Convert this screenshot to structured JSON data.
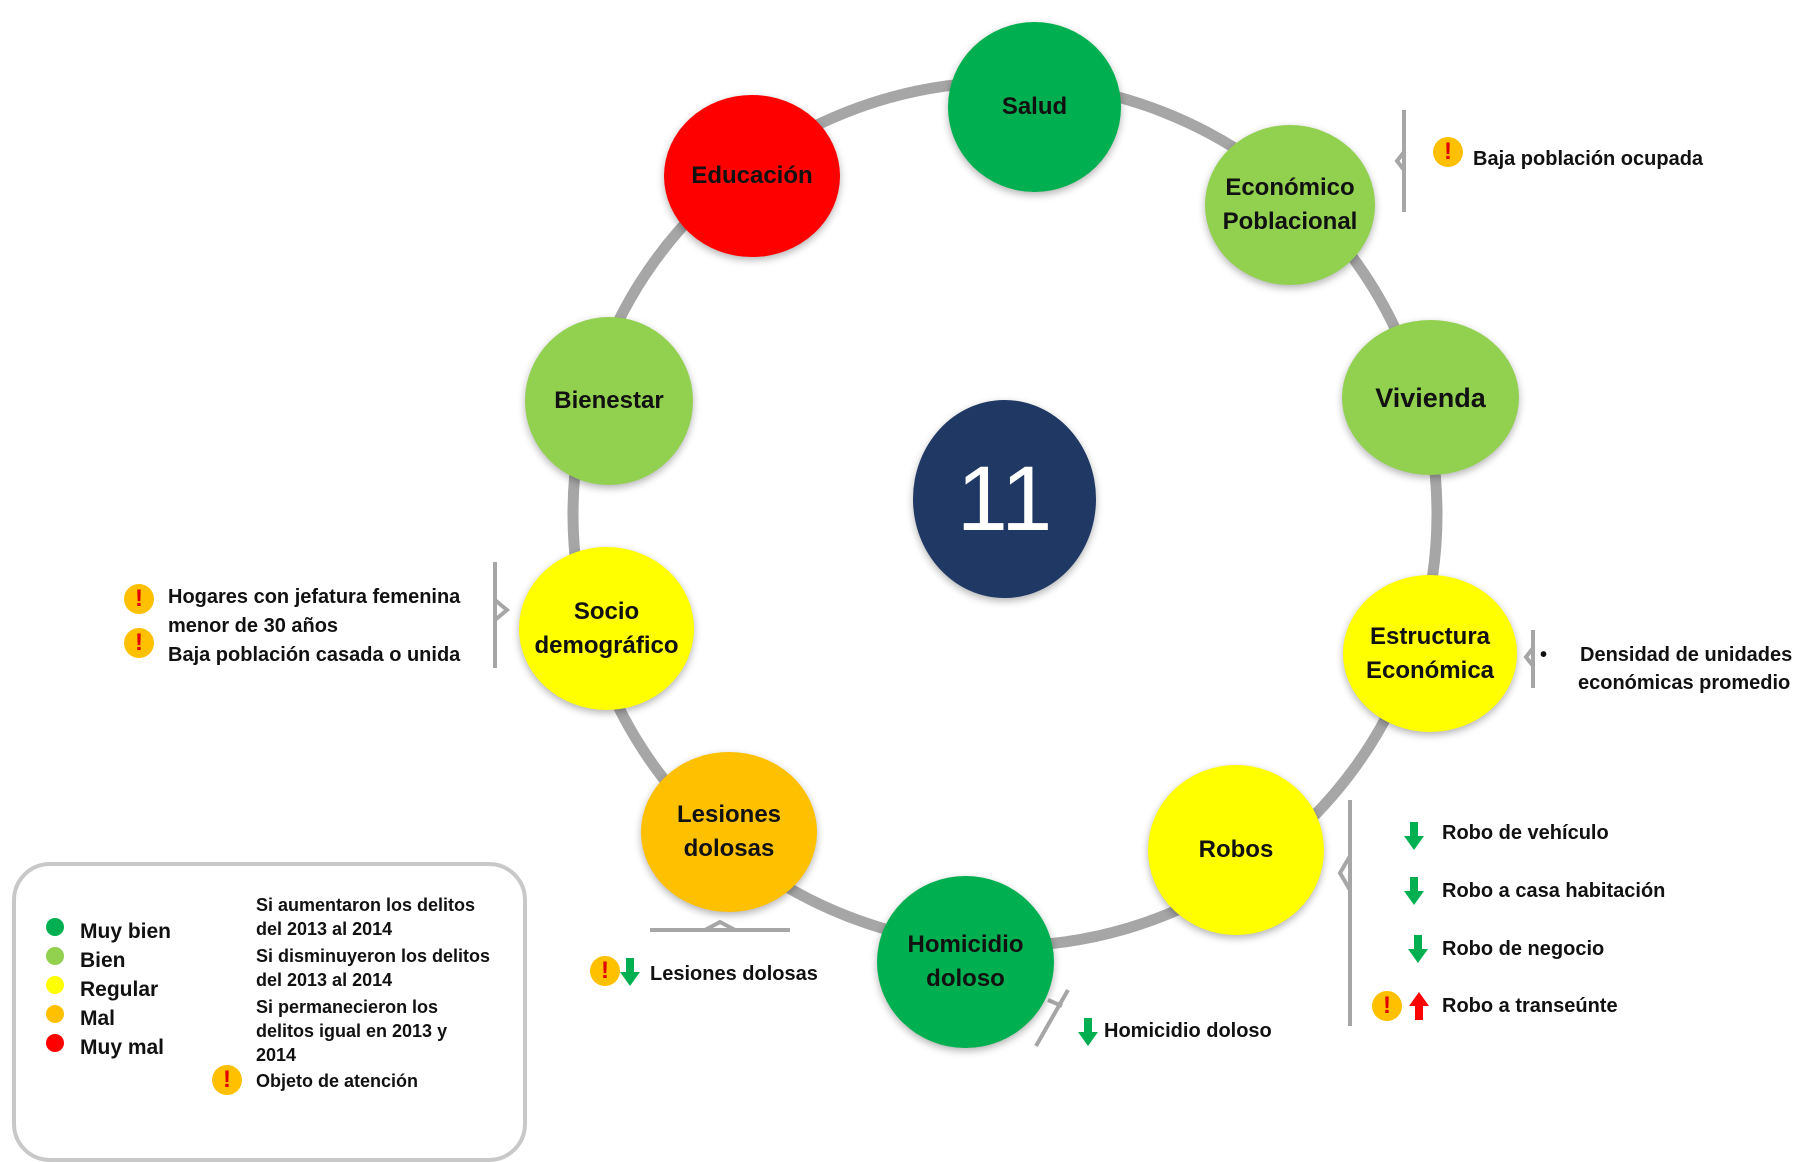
{
  "center_value": "11",
  "colors": {
    "muy_bien": "#00b050",
    "bien": "#92d050",
    "regular": "#ffff00",
    "mal": "#ffc000",
    "muy_mal": "#ff0000",
    "center": "#1f3864",
    "ring": "#a6a6a6",
    "arrow_up": "#ff0000",
    "arrow_down": "#00b050"
  },
  "nodes": {
    "salud": "Salud",
    "economico_l1": "Económico",
    "economico_l2": "Poblacional",
    "vivienda": "Vivienda",
    "estructura_l1": "Estructura",
    "estructura_l2": "Económica",
    "robos": "Robos",
    "homicidio_l1": "Homicidio",
    "homicidio_l2": "doloso",
    "lesiones_l1": "Lesiones",
    "lesiones_l2": "dolosas",
    "socio_l1": "Socio",
    "socio_l2": "demográfico",
    "bienestar": "Bienestar",
    "educacion": "Educación"
  },
  "notes": {
    "economico": "Baja población ocupada",
    "estructura_bullet": "•",
    "estructura_l1": "Densidad de unidades",
    "estructura_l2": "económicas promedio",
    "robos": [
      "Robo de vehículo",
      "Robo a casa habitación",
      "Robo de negocio",
      "Robo a transeúnte"
    ],
    "homicidio": "Homicidio doloso",
    "lesiones": "Lesiones dolosas",
    "socio_l1": "Hogares con jefatura femenina",
    "socio_l2": "menor de 30 años",
    "socio_l3": "Baja población casada o unida"
  },
  "legend": {
    "levels": [
      "Muy bien",
      "Bien",
      "Regular",
      "Mal",
      "Muy mal"
    ],
    "up_l1": "Si aumentaron los delitos",
    "up_l2": "del 2013 al 2014",
    "down_l1": "Si disminuyeron los delitos",
    "down_l2": "del 2013 al 2014",
    "equal_l1": "Si permanecieron los",
    "equal_l2": "delitos igual en 2013 y",
    "equal_l3": "2014",
    "attention": "Objeto de atención"
  },
  "icons": {
    "warning": "!",
    "arrow_up": "arrow-up-icon",
    "arrow_down": "arrow-down-icon",
    "equal": "equal-icon"
  }
}
